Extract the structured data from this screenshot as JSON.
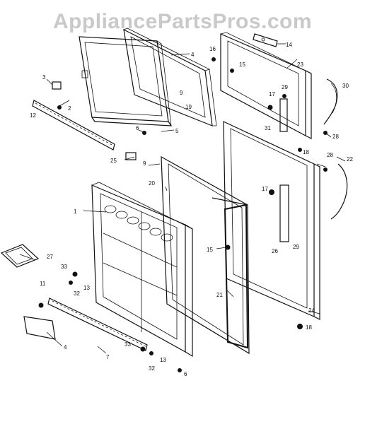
{
  "watermark": "AppliancePartsPros.com",
  "callouts": {
    "c1": "1",
    "c2": "2",
    "c3": "3",
    "c4a": "4",
    "c4b": "4",
    "c5": "5",
    "c6a": "6",
    "c6b": "6",
    "c7": "7",
    "c9a": "9",
    "c9b": "9",
    "c11": "11",
    "c12": "12",
    "c13a": "13",
    "c13b": "13",
    "c14": "14",
    "c15a": "15",
    "c15b": "15",
    "c16": "16",
    "c17a": "17",
    "c17b": "17",
    "c18a": "18",
    "c18b": "18",
    "c19": "19",
    "c20": "20",
    "c21": "21",
    "c22": "22",
    "c23": "23",
    "c24": "24",
    "c25": "25",
    "c26": "26",
    "c27": "27",
    "c28a": "28",
    "c28b": "28",
    "c29a": "29",
    "c29b": "29",
    "c30": "30",
    "c31": "31",
    "c32a": "32",
    "c32b": "32",
    "c33a": "33",
    "c33b": "33"
  }
}
